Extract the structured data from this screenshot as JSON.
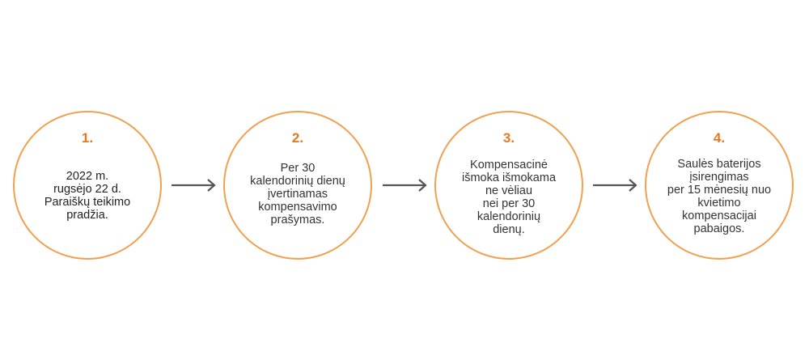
{
  "steps": [
    {
      "number": "1.",
      "text": "2022 m.\nrugsėjo 22 d.\nParaiškų teikimo\npradžia."
    },
    {
      "number": "2.",
      "text": "Per 30\nkalendorinių dienų\nįvertinamas\nkompensavimo\nprašymas."
    },
    {
      "number": "3.",
      "text": "Kompensacinė\nišmoka išmokama\nne vėliau\nnei per 30\nkalendorinių\ndienų."
    },
    {
      "number": "4.",
      "text": "Saulės baterijos\nįsirengimas\nper 15 mėnesių nuo\nkvietimo\nkompensacijai\npabaigos."
    }
  ],
  "colors": {
    "circle_border": "#f0a050",
    "number": "#e87722",
    "text": "#333333",
    "arrow": "#555555"
  },
  "icons": {
    "arrow": "arrow-right-icon"
  }
}
